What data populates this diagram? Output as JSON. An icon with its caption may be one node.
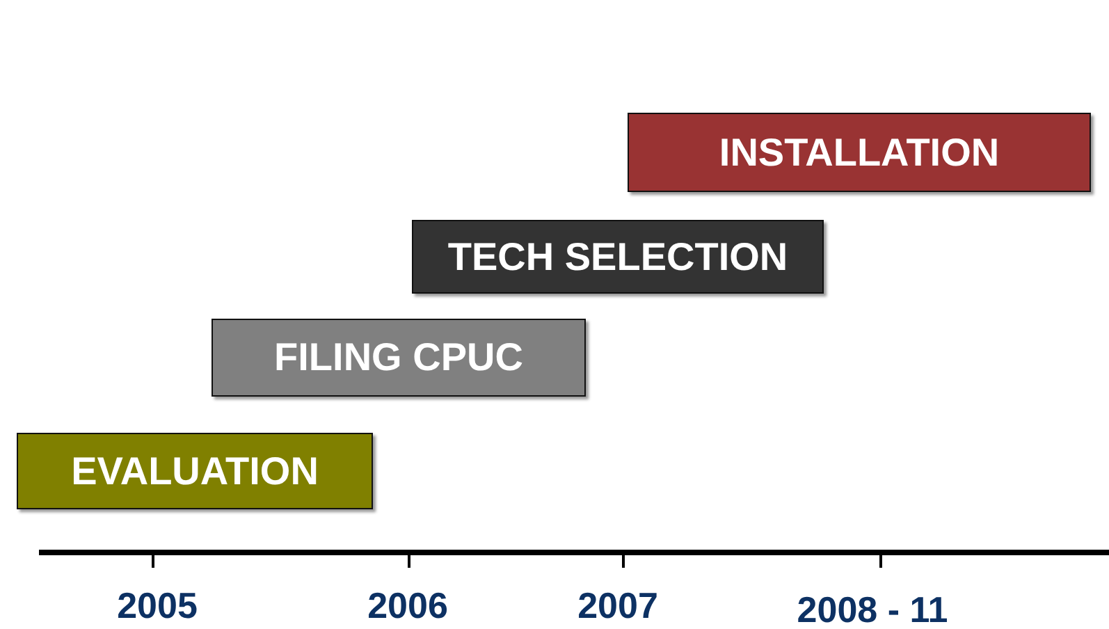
{
  "diagram": {
    "nodes": [
      {
        "text": [
          "INSTALLATION"
        ]
      },
      {
        "text": [
          "TECH SELECTION"
        ]
      },
      {
        "text": [
          "FILING CPUC"
        ]
      },
      {
        "text": [
          "EVALUATION"
        ]
      }
    ],
    "labels": [
      "2005",
      "2006",
      "2007",
      "2008 - 11"
    ]
  }
}
